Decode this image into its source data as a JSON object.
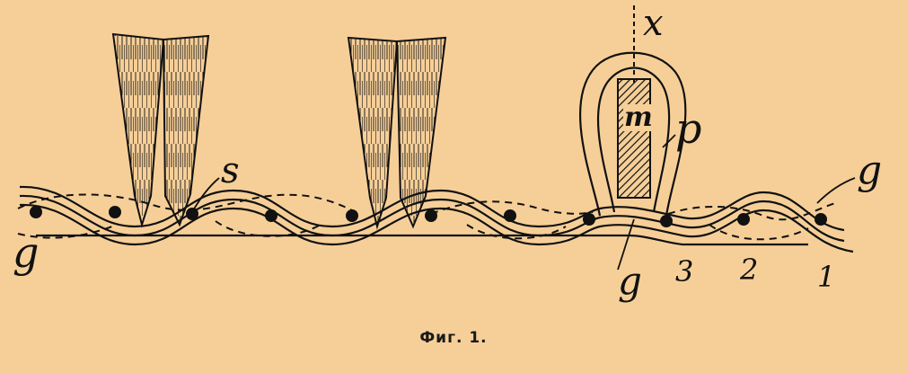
{
  "figure": {
    "caption": "Фиг. 1.",
    "labels": {
      "g_left": "g",
      "g_right": "g",
      "g_bottom": "g",
      "s": "s",
      "x": "x",
      "m": "m",
      "p": "p",
      "n3": "3",
      "n2": "2",
      "n1": "1"
    }
  },
  "colors": {
    "background": "#f6cf98",
    "ink": "#111111",
    "pile_fill": "#e8c088"
  }
}
